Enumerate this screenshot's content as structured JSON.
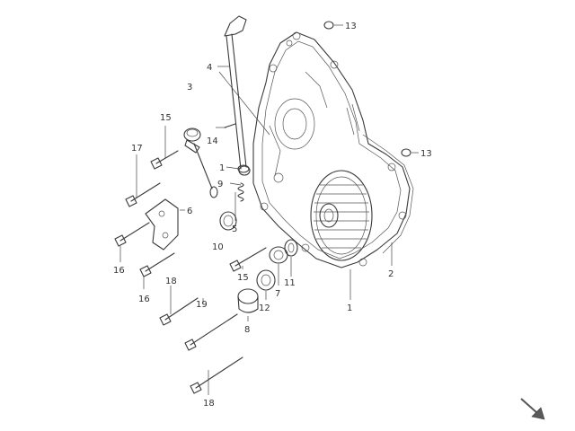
{
  "diagram": {
    "callouts": [
      {
        "id": "c1",
        "text": "1"
      },
      {
        "id": "c1b",
        "text": "1"
      },
      {
        "id": "c2",
        "text": "2"
      },
      {
        "id": "c3",
        "text": "3"
      },
      {
        "id": "c4",
        "text": "4"
      },
      {
        "id": "c5",
        "text": "5"
      },
      {
        "id": "c6",
        "text": "6"
      },
      {
        "id": "c7",
        "text": "7"
      },
      {
        "id": "c8",
        "text": "8"
      },
      {
        "id": "c9",
        "text": "9"
      },
      {
        "id": "c10",
        "text": "10"
      },
      {
        "id": "c11",
        "text": "11"
      },
      {
        "id": "c12",
        "text": "12"
      },
      {
        "id": "c13a",
        "text": "13"
      },
      {
        "id": "c13b",
        "text": "13"
      },
      {
        "id": "c14",
        "text": "14"
      },
      {
        "id": "c15a",
        "text": "15"
      },
      {
        "id": "c15b",
        "text": "15"
      },
      {
        "id": "c16a",
        "text": "16"
      },
      {
        "id": "c16b",
        "text": "16"
      },
      {
        "id": "c17",
        "text": "17"
      },
      {
        "id": "c18a",
        "text": "18"
      },
      {
        "id": "c18b",
        "text": "18"
      },
      {
        "id": "c19",
        "text": "19"
      }
    ],
    "direction_icon": "arrow-down-right-icon"
  }
}
